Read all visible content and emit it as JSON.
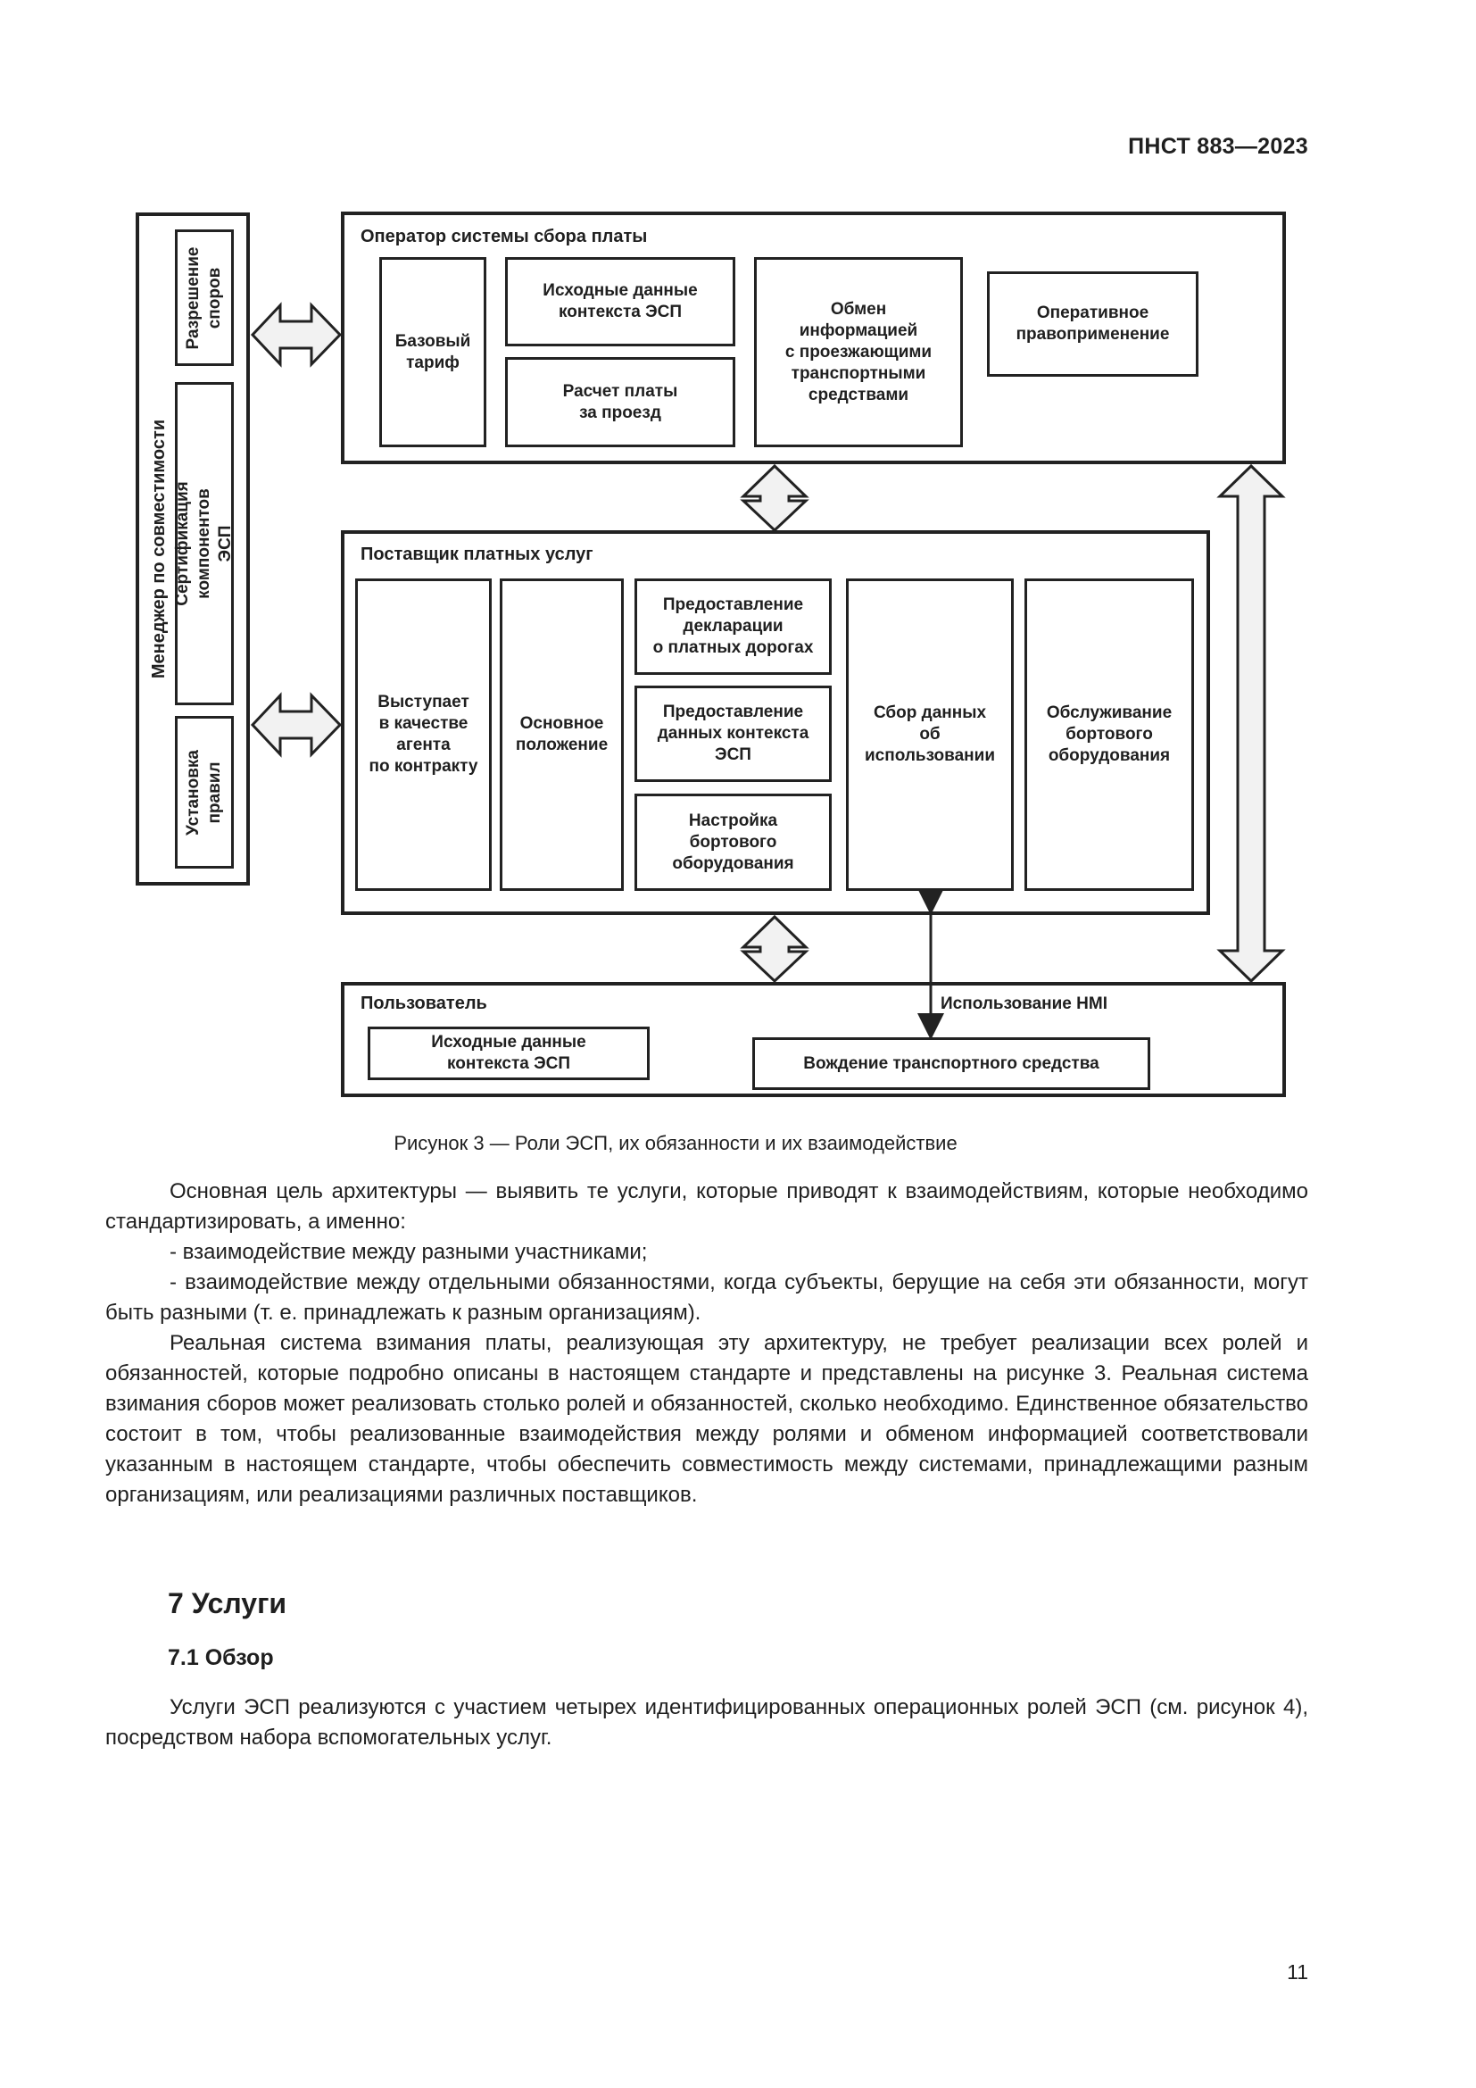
{
  "header": {
    "doc_id": "ПНСТ 883—2023"
  },
  "figure": {
    "interop_manager": {
      "title": "Менеджер по совместимости",
      "items": [
        "Разрешение\nспоров",
        "Сертификация компонентов\nЭСП",
        "Установка\nправил"
      ]
    },
    "toll_charger": {
      "title": "Оператор системы сбора платы",
      "base_tariff": "Базовый\nтариф",
      "context_data": "Исходные данные\nконтекста ЭСП",
      "toll_calc": "Расчет платы\nза проезд",
      "info_exchange": "Обмен\nинформацией\nс проезжающими\nтранспортными\nсредствами",
      "enforcement": "Оперативное\nправоприменение"
    },
    "service_provider": {
      "title": "Поставщик платных услуг",
      "agent": "Выступает\nв качестве\nагента\nпо контракту",
      "main_position": "Основное\nположение",
      "declaration": "Предоставление\nдекларации\nо платных дорогах",
      "context_data": "Предоставление\nданных контекста\nЭСП",
      "obe_setup": "Настройка\nбортового\nоборудования",
      "usage_data": "Сбор данных\nоб\nиспользовании",
      "obe_service": "Обслуживание\nбортового\nоборудования"
    },
    "user": {
      "title": "Пользователь",
      "context_data": "Исходные данные\nконтекста ЭСП",
      "driving": "Вождение транспортного средства",
      "hmi_label": "Использование HMI"
    },
    "caption": "Рисунок 3 — Роли ЭСП, их обязанности и их взаимодействие"
  },
  "body": {
    "p1": "Основная цель архитектуры — выявить те услуги, которые приводят к взаимодействиям, которые необходимо стандартизировать, а именно:",
    "li1": "-  взаимодействие между разными участниками;",
    "li2": "-  взаимодействие между отдельными обязанностями, когда субъекты, берущие на себя эти обязанности, могут быть разными (т. е. принадлежать к разным организациям).",
    "p2": "Реальная система взимания платы, реализующая эту архитектуру, не требует реализации всех ролей и обязанностей, которые подробно описаны в настоящем стандарте и представлены на рисунке 3. Реальная система взимания сборов может реализовать столько ролей и обязанностей, сколько необходимо. Единственное обязательство состоит в том, чтобы реализованные взаимодействия между ролями и обменом информацией соответствовали указанным в настоящем стандарте, чтобы обеспечить совместимость между системами, принадлежащими разным организациям, или реализациями различных поставщиков.",
    "section_title": "7 Услуги",
    "subsection_title": "7.1 Обзор",
    "p3": "Услуги ЭСП реализуются с участием четырех идентифицированных операционных ролей ЭСП (см. рисунок 4), посредством набора вспомогательных услуг."
  },
  "footer": {
    "page_number": "11"
  }
}
